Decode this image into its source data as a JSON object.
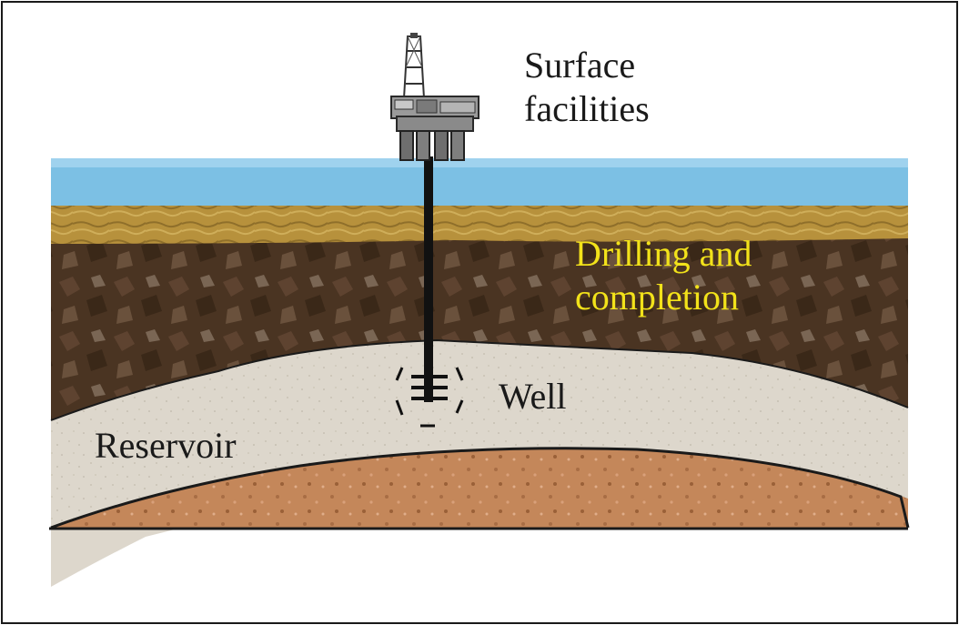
{
  "diagram": {
    "labels": {
      "surface_line1": "Surface",
      "surface_line2": "facilities",
      "drilling_line1": "Drilling and",
      "drilling_line2": "completion",
      "well": "Well",
      "reservoir": "Reservoir"
    },
    "colors": {
      "sea": "#7cc0e4",
      "seabed": "#b7913c",
      "overburden": "#4a3422",
      "reservoir_rock": "#ddd7cc",
      "basement": "#c4875a",
      "drilling_label": "#f2e21a",
      "text": "#1a1a1a"
    }
  }
}
